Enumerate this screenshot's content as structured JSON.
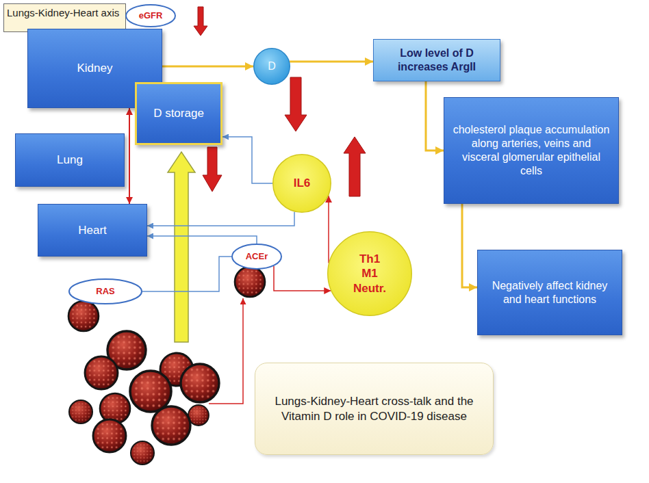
{
  "diagram": {
    "nodes": [
      {
        "text": [
          "Lungs-Kidney-Heart axis"
        ]
      },
      {
        "text": [
          "eGFR"
        ]
      },
      {
        "text": [
          "Kidney"
        ]
      },
      {
        "text": [
          "D storage"
        ]
      },
      {
        "text": [
          "D"
        ]
      },
      {
        "text": [
          "Low level of D increases ArgII"
        ]
      },
      {
        "text": [
          "cholesterol plaque accumulation along arteries, veins and visceral glomerular epithelial cells"
        ]
      },
      {
        "text": [
          "Lung"
        ]
      },
      {
        "text": [
          "IL6"
        ]
      },
      {
        "text": [
          "Heart"
        ]
      },
      {
        "text": [
          "ACEr"
        ]
      },
      {
        "text": [
          "RAS"
        ]
      },
      {
        "text": [
          "Th1 M1 Neutr."
        ]
      },
      {
        "text": [
          "Negatively affect kidney and heart functions"
        ]
      },
      {
        "text": [
          "Lungs-Kidney-Heart cross-talk and the Vitamin D role in COVID-19 disease"
        ]
      }
    ],
    "edges": [
      {
        "from": 2,
        "to": 4,
        "arrow": "to"
      },
      {
        "from": 4,
        "to": 5,
        "arrow": "to"
      },
      {
        "from": 5,
        "to": 6,
        "arrow": "to"
      },
      {
        "from": 6,
        "to": 13,
        "arrow": "to"
      },
      {
        "from": 2,
        "to": 9,
        "arrow": "both"
      },
      {
        "from": 8,
        "to": 3,
        "arrow": "to"
      },
      {
        "from": 8,
        "to": 9,
        "arrow": "to"
      },
      {
        "from": 10,
        "to": 9,
        "arrow": "to"
      },
      {
        "from": 11,
        "to": 10,
        "arrow": "none"
      },
      {
        "from": 10,
        "to": 12,
        "arrow": "to"
      },
      {
        "from": 12,
        "to": 8,
        "arrow": "to"
      }
    ]
  }
}
